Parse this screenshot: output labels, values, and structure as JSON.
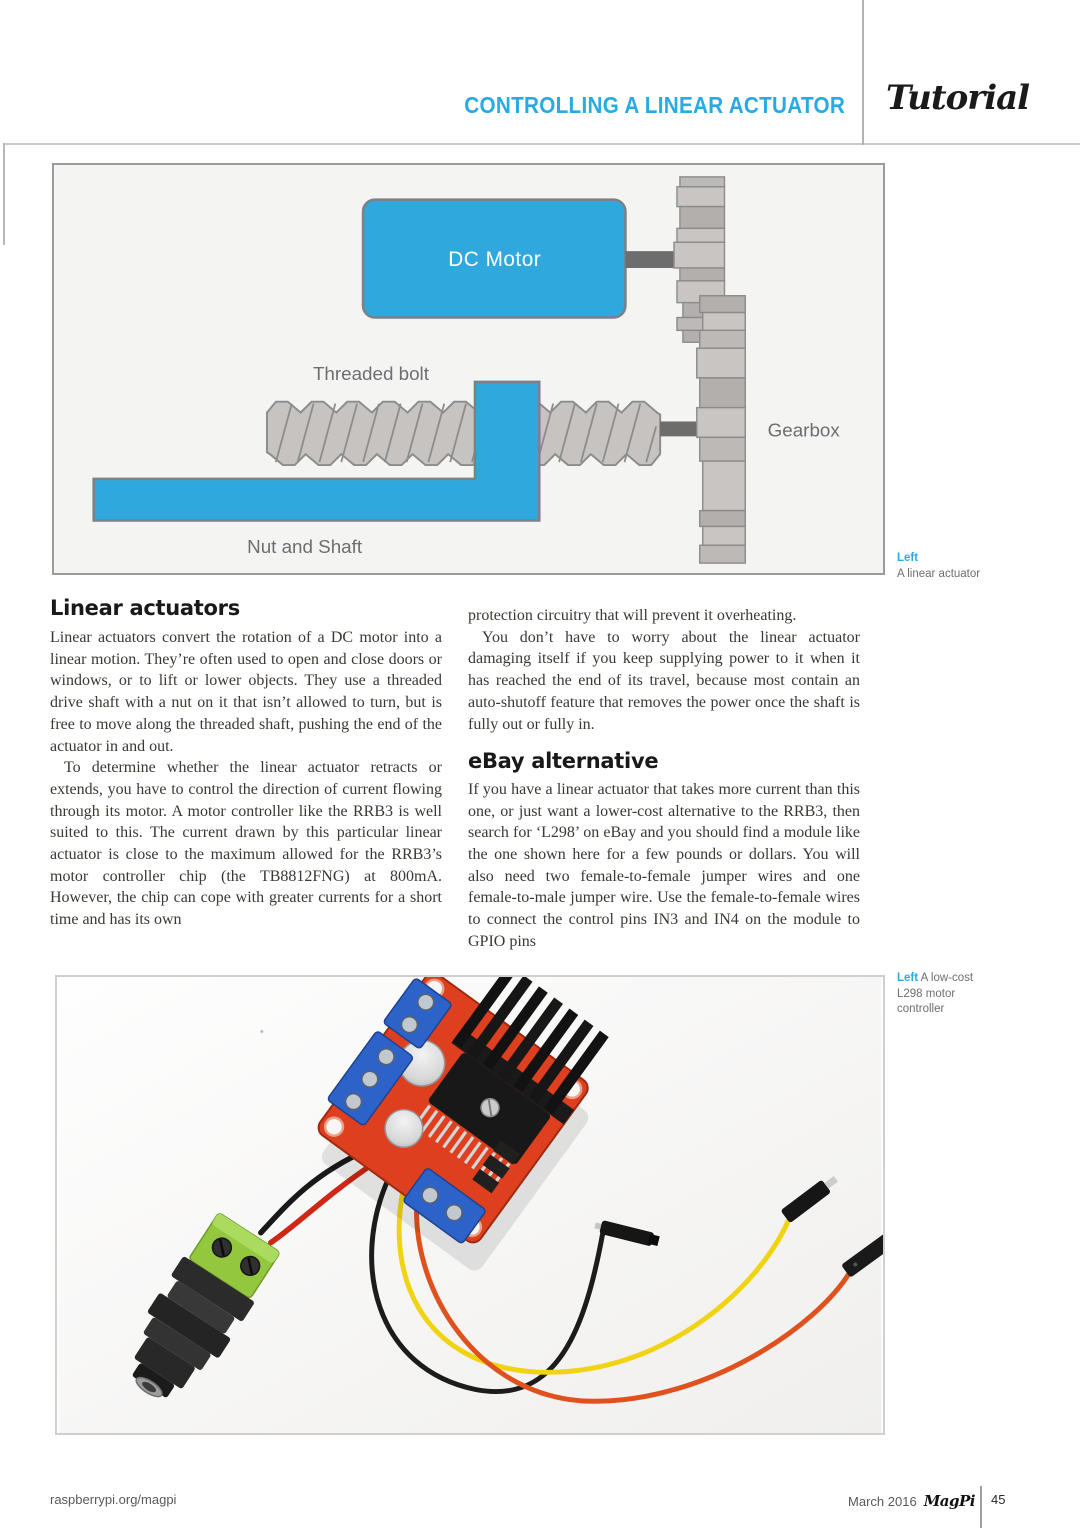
{
  "header": {
    "title": "CONTROLLING A LINEAR ACTUATOR",
    "section_label": "Tutorial"
  },
  "diagram": {
    "dc_motor_label": "DC Motor",
    "threaded_bolt_label": "Threaded bolt",
    "gearbox_label": "Gearbox",
    "nut_shaft_label": "Nut and Shaft",
    "caption_tag": "Left",
    "caption_text": "A linear actuator"
  },
  "article": {
    "col1": {
      "heading": "Linear actuators",
      "para1": "Linear actuators convert the rotation of a DC motor into a linear motion. They’re often used to open and close doors or windows, or to lift or lower objects. They use a threaded drive shaft with a nut on it that isn’t allowed to turn, but is free to move along the threaded shaft, pushing the end of the actuator in and out.",
      "para2": "To determine whether the linear actuator retracts or extends, you have to control the direction of current flowing through its motor. A motor controller like the RRB3 is well suited to this. The current drawn by this particular linear actuator is close to the maximum allowed for the RRB3’s motor controller chip (the TB8812FNG) at 800mA. However, the chip can cope with greater currents for a short time and has its own"
    },
    "col2": {
      "para1": "protection circuitry that will prevent it overheating.",
      "para2": "You don’t have to worry about the linear actuator damaging itself if you keep supplying power to it when it has reached the end of its travel, because most contain an auto-shutoff feature that removes the power once the shaft is fully out or fully in.",
      "heading": "eBay alternative",
      "para3": "If you have a linear actuator that takes more current than this one, or just want a lower-cost alternative to the RRB3, then search for ‘L298’ on eBay and you should find a module like the one shown here for a few pounds or dollars. You will also need two female-to-female jumper wires and one female-to-male jumper wire. Use the female-to-female wires to connect the control pins IN3 and IN4 on the module to GPIO pins"
    }
  },
  "photo_caption": {
    "tag": "Left",
    "text": "A low-cost L298 motor controller"
  },
  "footer": {
    "site": "raspberrypi.org/magpi",
    "date": "March 2016",
    "magazine": "MagPi",
    "page_number": "45"
  },
  "colors": {
    "accent_blue": "#29abe2",
    "diagram_blue": "#2fa8de",
    "pcb_red": "#de3f1e",
    "wire_yellow": "#f0d414",
    "wire_orange": "#e0521d"
  }
}
